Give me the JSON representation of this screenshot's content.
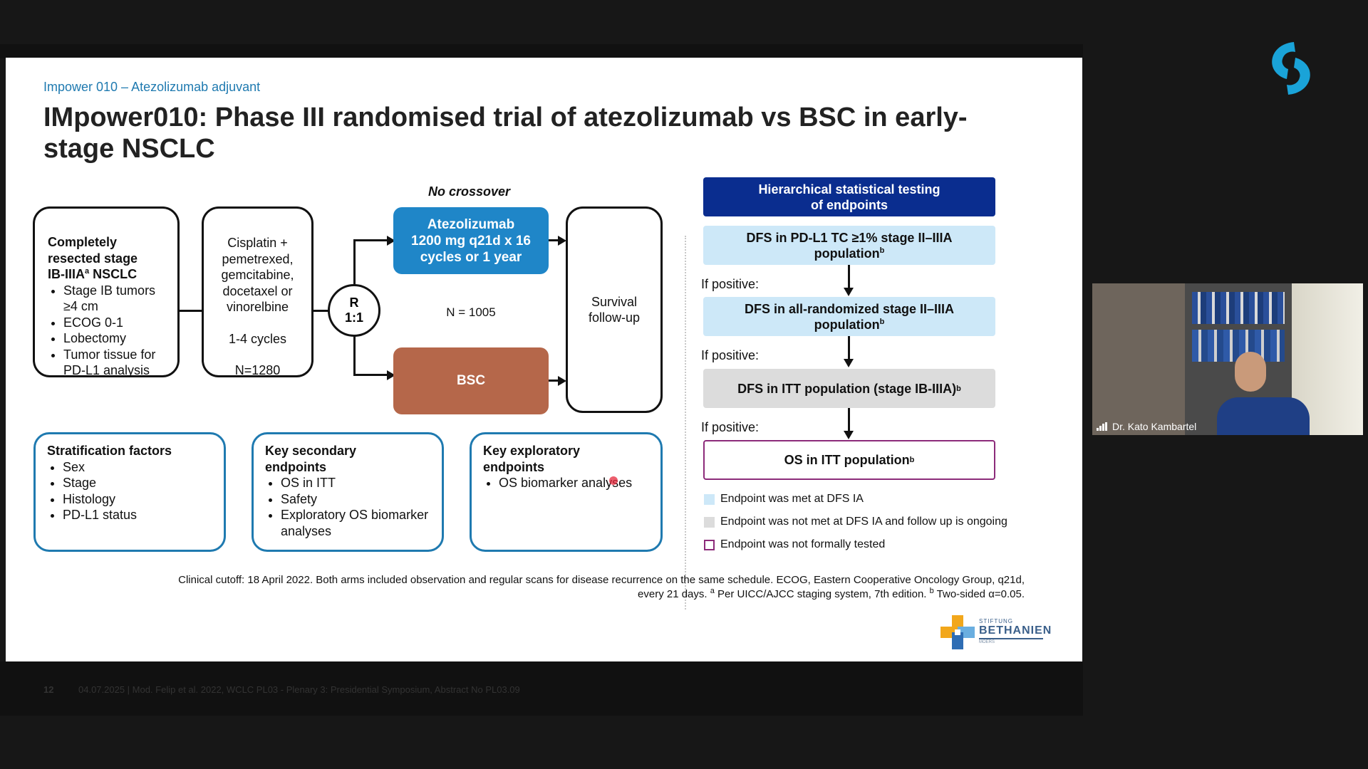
{
  "slide": {
    "subtitle": "Impower 010 – Atezolizumab adjuvant",
    "title": "IMpower010: Phase III randomised trial of atezolizumab vs BSC in early-stage NSCLC",
    "no_crossover": "No crossover",
    "patients_box": {
      "heading_line1": "Completely",
      "heading_line2": "resected  stage",
      "heading_line3": "IB-IIIA",
      "heading_sup": "a",
      "heading_line3b": " NSCLC",
      "bullets": [
        "Stage IB tumors ≥4 cm",
        "ECOG 0-1",
        "Lobectomy",
        "Tumor tissue for PD-L1 analysis"
      ]
    },
    "chemo_box": {
      "line1": "Cisplatin +",
      "line2": "pemetrexed,",
      "line3": "gemcitabine,",
      "line4": "docetaxel or",
      "line5": "vinorelbine",
      "cycles": "1-4 cycles",
      "n": "N=1280"
    },
    "randomization": {
      "line1": "R",
      "line2": "1:1"
    },
    "arm_atezo": {
      "line1": "Atezolizumab",
      "line2": "1200 mg q21d x 16",
      "line3": "cycles or 1 year"
    },
    "arm_bsc": "BSC",
    "n_randomized": "N = 1005",
    "survival": {
      "line1": "Survival",
      "line2": "follow-up"
    },
    "strat_box": {
      "heading": "Stratification factors",
      "bullets": [
        "Sex",
        "Stage",
        "Histology",
        "PD-L1 status"
      ]
    },
    "secondary_box": {
      "heading": "Key secondary endpoints",
      "bullets": [
        "OS in ITT",
        "Safety",
        "Exploratory OS biomarker analyses"
      ]
    },
    "exploratory_box": {
      "heading": "Key exploratory endpoints",
      "bullets": [
        "OS biomarker analyses"
      ]
    },
    "hierarchy": {
      "header_line1": "Hierarchical statistical testing",
      "header_line2": "of endpoints",
      "step1_line1": "DFS in PD-L1 TC ≥1%  stage II–IIIA",
      "step1_line2": "population",
      "step1_sup": "b",
      "if_positive": "If positive:",
      "step2_line1": "DFS in all-randomized stage II–IIIA",
      "step2_line2": "population",
      "step2_sup": "b",
      "step3": "DFS in ITT population (stage IB-IIIA)",
      "step3_sup": "b",
      "step4": "OS in ITT population",
      "step4_sup": "b"
    },
    "legend": [
      {
        "label": "Endpoint was met at DFS IA",
        "color": "#cde8f8"
      },
      {
        "label": "Endpoint was not met at DFS IA and follow up is ongoing",
        "color": "#dcdcdc"
      },
      {
        "label": "Endpoint was not formally tested",
        "color": "#8c2b7a"
      }
    ],
    "footnote_line1": "Clinical cutoff: 18 April 2022. Both arms included observation and regular scans for disease recurrence on the same schedule. ECOG, Eastern Cooperative Oncology Group, q21d,",
    "footnote_line2a": "every 21 days.  ",
    "footnote_sup_a": "a",
    "footnote_line2b": " Per UICC/AJCC staging system, 7th edition. ",
    "footnote_sup_b": "b",
    "footnote_line2c": " Two-sided α=0.05.",
    "page_number": "12",
    "footer_text": "04.07.2025 | Mod. Felip et al. 2022, WCLC PL03 - Plenary 3: Presidential Symposium, Abstract No PL03.09",
    "brand_small": "STIFTUNG",
    "brand_name": "BETHANIEN",
    "brand_sub": "MOERS"
  },
  "participant": {
    "name": "Dr. Kato Kambartel"
  },
  "colors": {
    "atezo": "#1f86c8",
    "bsc": "#b5674a",
    "hierarchy_header": "#0a2d8f",
    "met": "#cde8f8",
    "not_met": "#dcdcdc",
    "not_tested": "#8c2b7a",
    "box_border_blue": "#1f7ab0",
    "app_accent": "#1aa3d8"
  }
}
